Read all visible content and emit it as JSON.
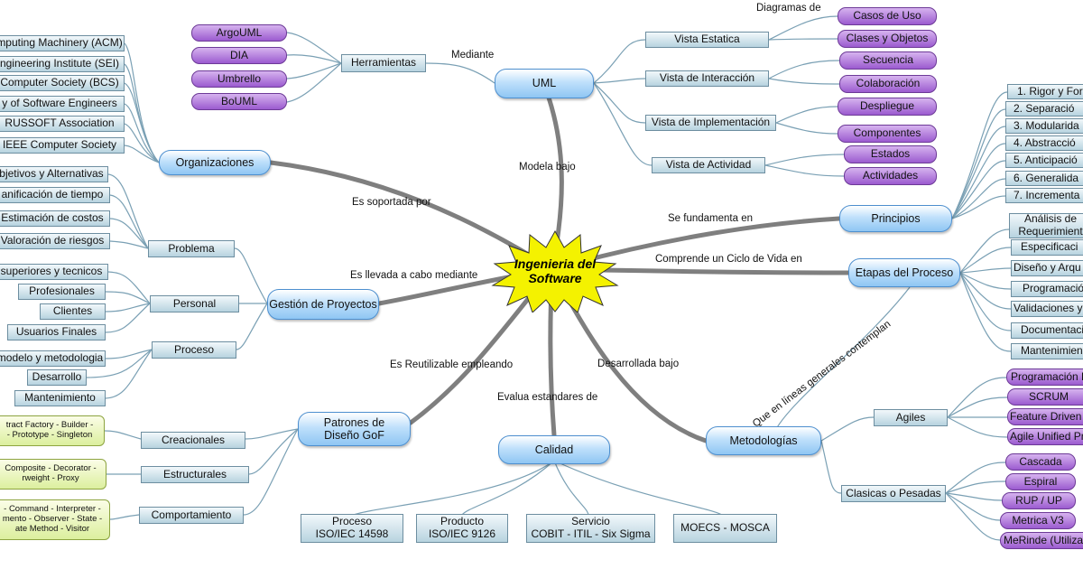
{
  "center": {
    "line1": "Ingenieria del",
    "line2": "Software"
  },
  "branches": {
    "uml": "UML",
    "herramientas": "Herramientas",
    "organizaciones": "Organizaciones",
    "gestion": "Gestión de Proyectos",
    "patrones": "Patrones de Diseño GoF",
    "calidad": "Calidad",
    "metodologias": "Metodologías",
    "etapas": "Etapas del Proceso",
    "principios": "Principios"
  },
  "links": {
    "modela_bajo": "Modela bajo",
    "mediante": "Mediante",
    "diagramas_de": "Diagramas de",
    "es_soportada_por": "Es soportada por",
    "es_llevada": "Es llevada a cabo mediante",
    "es_reutilizable": "Es Reutilizable empleando",
    "evalua": "Evalua estandares de",
    "desarrollada": "Desarrollada bajo",
    "comprende": "Comprende un Ciclo de Vida en",
    "se_fundamenta": "Se fundamenta en",
    "que_en_lineas": "Que en líneas generales contemplan"
  },
  "herramientas": [
    "ArgoUML",
    "DIA",
    "Umbrello",
    "BoUML"
  ],
  "uml_vistas": [
    "Vista Estatica",
    "Vista de Interacción",
    "Vista de Implementación",
    "Vista de Actividad"
  ],
  "uml_diagramas": [
    "Casos de Uso",
    "Clases y Objetos",
    "Secuencia",
    "Colaboración",
    "Despliegue",
    "Componentes",
    "Estados",
    "Actividades"
  ],
  "organizaciones": [
    "mputing Machinery (ACM)",
    "ngineering Institute (SEI)",
    "Computer Society  (BCS)",
    "y of Software Engineers",
    "RUSSOFT Association",
    "IEEE Computer Society"
  ],
  "gestion_grupos": [
    "Problema",
    "Personal",
    "Proceso"
  ],
  "problema_items": [
    "bjetivos y Alternativas",
    "anificación de tiempo",
    "Estimación de costos",
    "Valoración de riesgos"
  ],
  "personal_items": [
    "superiores y tecnicos",
    "Profesionales",
    "Clientes",
    "Usuarios Finales"
  ],
  "proceso_items": [
    "modelo y metodologia",
    "Desarrollo",
    "Mantenimiento"
  ],
  "patrones_grupos": [
    "Creacionales",
    "Estructurales",
    "Comportamiento"
  ],
  "creacionales_lines": [
    "tract Factory - Builder -",
    "- Prototype - Singleton"
  ],
  "estructurales_lines": [
    "Composite - Decorator -",
    "rweight - Proxy"
  ],
  "comportamiento_lines": [
    "- Command - Interpreter -",
    "mento - Observer - State -",
    "ate Method  - Visitor"
  ],
  "calidad_items": [
    {
      "l1": "Proceso",
      "l2": "ISO/IEC 14598"
    },
    {
      "l1": "Producto",
      "l2": "ISO/IEC 9126"
    },
    {
      "l1": "Servicio",
      "l2": "COBIT - ITIL - Six Sigma"
    },
    {
      "l1": "MOECS - MOSCA",
      "l2": ""
    }
  ],
  "metodologias_grupos": [
    "Agiles",
    "Clasicas o Pesadas"
  ],
  "agiles_items": [
    "Programación E",
    "SCRUM",
    "Feature Driven D",
    "Agile Unified Pr"
  ],
  "clasicas_items": [
    "Cascada",
    "Espiral",
    "RUP / UP",
    "Metrica V3",
    "MeRinde (Utiliza"
  ],
  "etapas_items": [
    {
      "l1": "Análisis de",
      "l2": "Requerimient"
    },
    {
      "l1": "Especificaci",
      "l2": ""
    },
    {
      "l1": "Diseño y Arqu",
      "l2": ""
    },
    {
      "l1": "Programació",
      "l2": ""
    },
    {
      "l1": "Validaciones y",
      "l2": ""
    },
    {
      "l1": "Documentaci",
      "l2": ""
    },
    {
      "l1": "Mantenimien",
      "l2": ""
    }
  ],
  "principios_items": [
    "1. Rigor y For",
    "2. Separació",
    "3. Modularida",
    "4. Abstracció",
    "5. Anticipació",
    "6. Generalida",
    "7. Incrementa"
  ]
}
